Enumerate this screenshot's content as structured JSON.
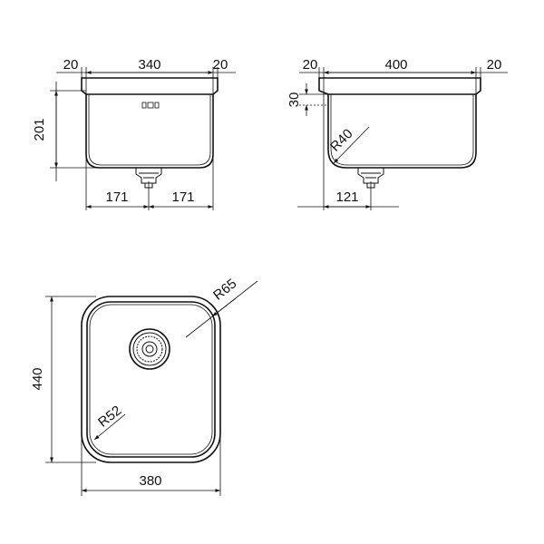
{
  "front_view": {
    "dims": {
      "left_flange": "20",
      "width": "340",
      "right_flange": "20",
      "height": "201",
      "drain_left": "171",
      "drain_right": "171"
    }
  },
  "side_view": {
    "dims": {
      "left_flange": "20",
      "width": "400",
      "right_flange": "20",
      "rim_offset": "30",
      "corner_radius": "R40",
      "drain_offset": "121"
    }
  },
  "top_view": {
    "dims": {
      "outer_radius": "R65",
      "depth": "440",
      "inner_radius": "R52",
      "width": "380"
    }
  }
}
